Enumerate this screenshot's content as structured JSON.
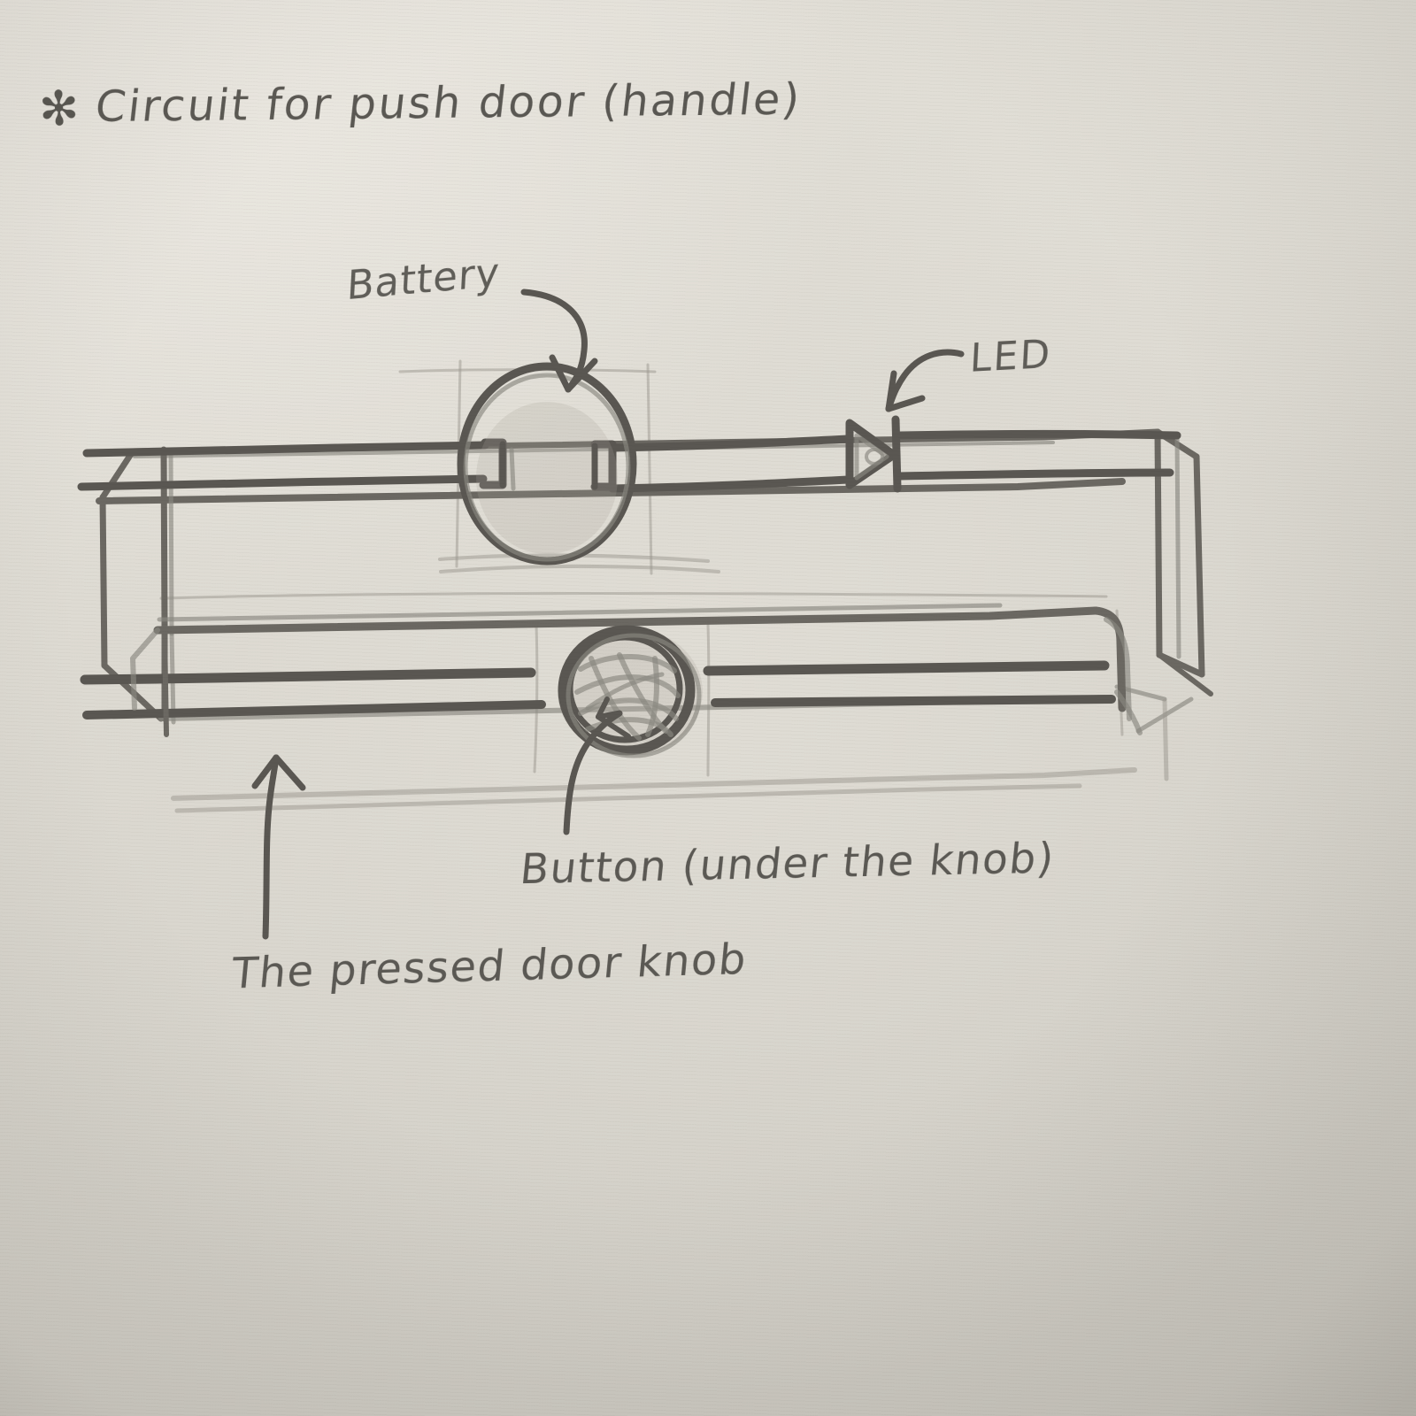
{
  "sketch": {
    "medium": "pencil on paper",
    "paper_color": "#d4d1c9",
    "pencil_color": "#6b6862"
  },
  "title": {
    "bullet": "✻",
    "text": "Circuit for push door (handle)"
  },
  "labels": {
    "battery": "Battery",
    "led": "LED",
    "button": "Button (under the knob)",
    "knob": "The pressed door knob"
  },
  "components": [
    {
      "name": "battery",
      "symbol": "circle-with-two-terminals",
      "label": "Battery"
    },
    {
      "name": "led",
      "symbol": "diode-triangle-with-bar",
      "label": "LED"
    },
    {
      "name": "button",
      "symbol": "scribbled-filled-circle",
      "label": "Button (under the knob)"
    },
    {
      "name": "handle-body",
      "symbol": "3d-rectangular-box",
      "label": ""
    },
    {
      "name": "knob-bar",
      "symbol": "horizontal-bar",
      "label": "The pressed door knob"
    }
  ],
  "annotations": [
    {
      "name": "battery-arrow",
      "from": "Battery",
      "to": "battery symbol",
      "style": "curved-arrow-down-right"
    },
    {
      "name": "led-arrow",
      "from": "LED",
      "to": "led symbol",
      "style": "curved-arrow-down-left"
    },
    {
      "name": "button-leader",
      "from": "Button (under the knob)",
      "to": "button symbol",
      "style": "leader-line-up"
    },
    {
      "name": "knob-arrow",
      "from": "The pressed door knob",
      "to": "knob bar",
      "style": "curved-arrow-up"
    }
  ]
}
